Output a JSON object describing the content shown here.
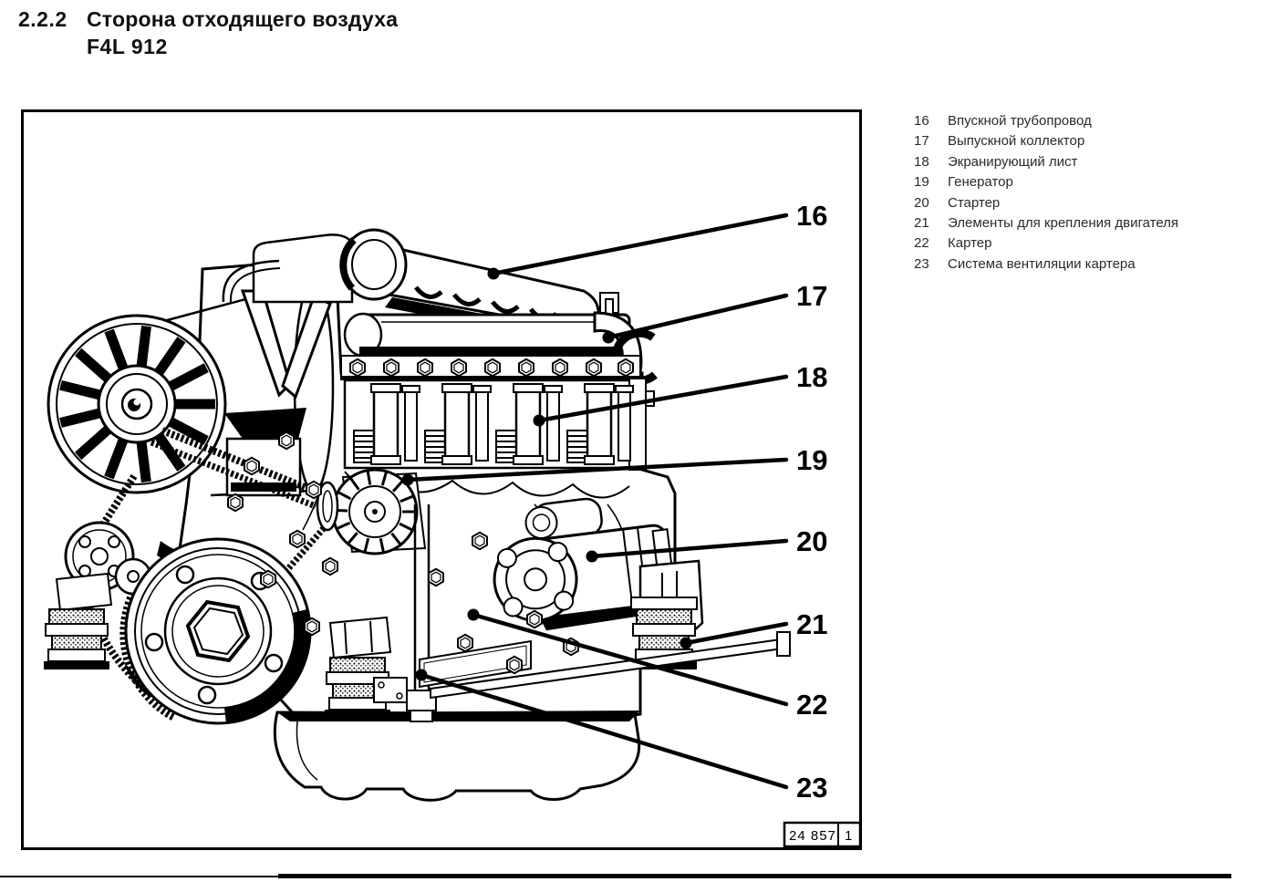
{
  "page": {
    "section_number": "2.2.2",
    "title": "Сторона отходящего воздуха",
    "subtitle": "F4L 912"
  },
  "figure": {
    "code": "24 857",
    "sheet": "1",
    "callouts": [
      {
        "number": "16"
      },
      {
        "number": "17"
      },
      {
        "number": "18"
      },
      {
        "number": "19"
      },
      {
        "number": "20"
      },
      {
        "number": "21"
      },
      {
        "number": "22"
      },
      {
        "number": "23"
      }
    ]
  },
  "legend": {
    "items": [
      {
        "number": "16",
        "label": "Впускной трубопровод"
      },
      {
        "number": "17",
        "label": "Выпускной коллектор"
      },
      {
        "number": "18",
        "label": "Экранирующий лист"
      },
      {
        "number": "19",
        "label": "Генератор"
      },
      {
        "number": "20",
        "label": "Стартер"
      },
      {
        "number": "21",
        "label": "Элементы для крепления двигателя"
      },
      {
        "number": "22",
        "label": "Картер"
      },
      {
        "number": "23",
        "label": "Система вентиляции картера"
      }
    ]
  },
  "colors": {
    "ink": "#000000",
    "text": "#2a2a2a"
  }
}
